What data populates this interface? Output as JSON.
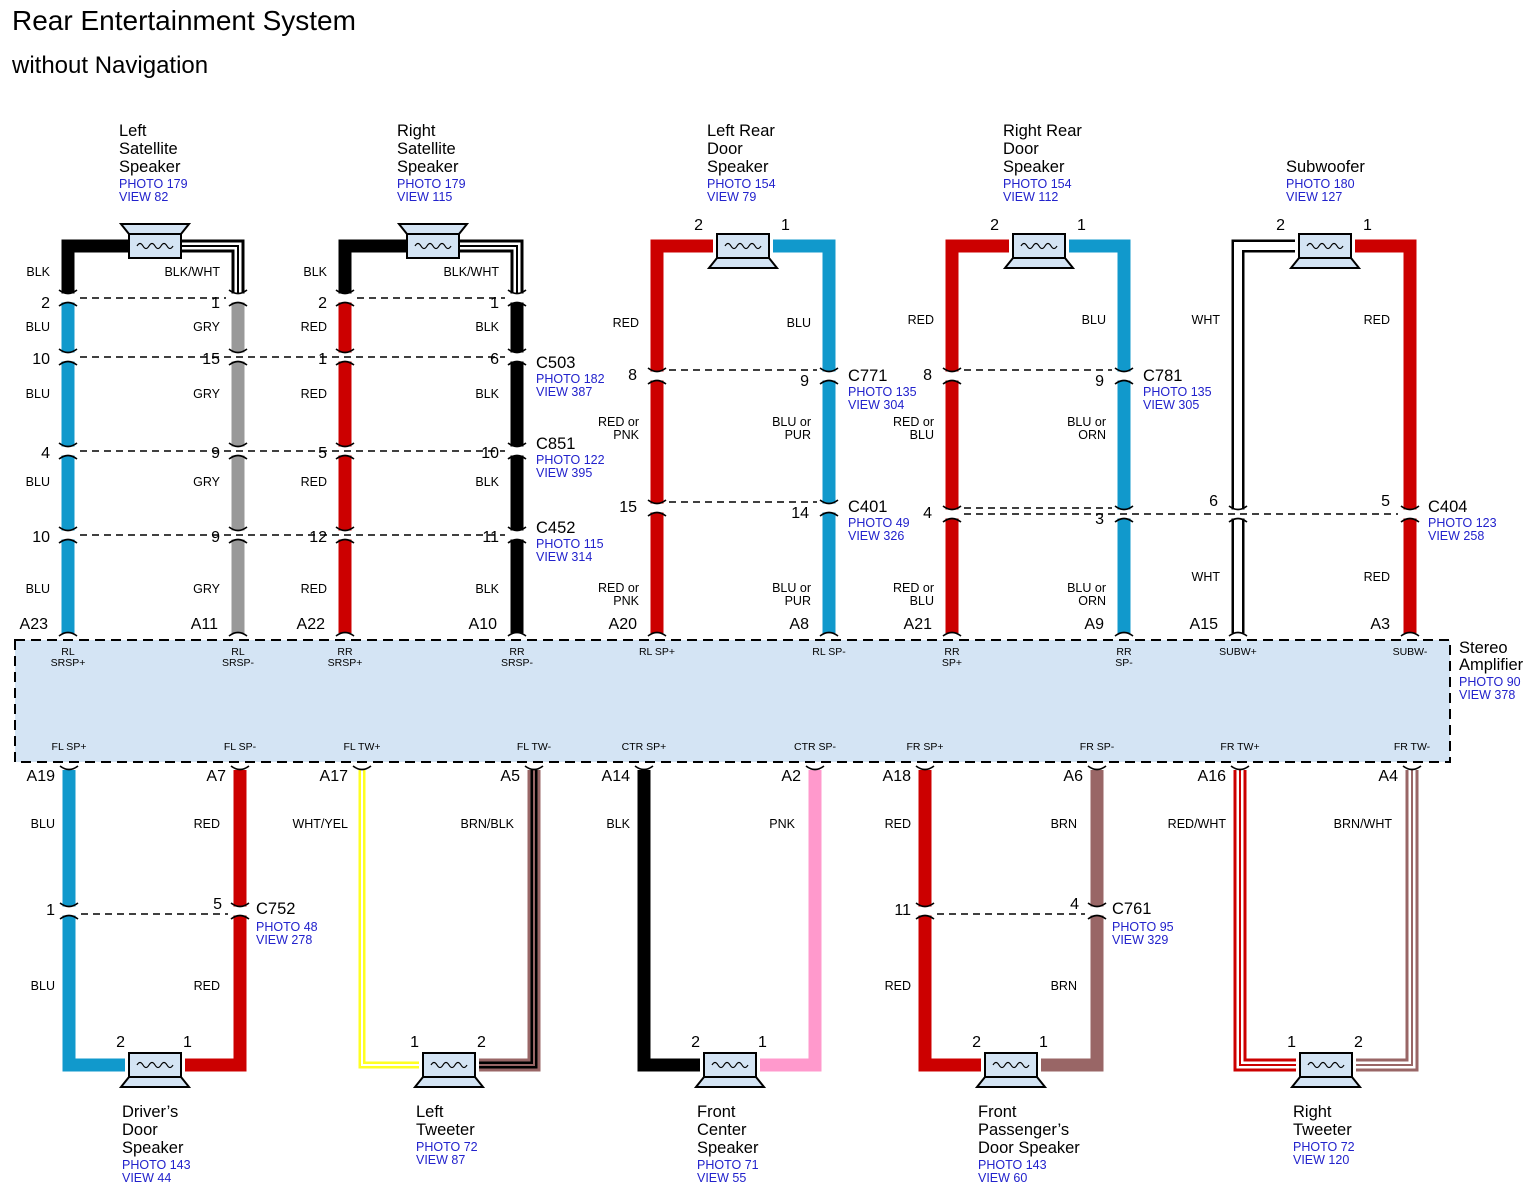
{
  "title": "Rear Entertainment System",
  "subtitle": "without Navigation",
  "colors": {
    "BLK": "#000000",
    "BLU": "#1199cc",
    "GRY": "#999999",
    "RED": "#cc0000",
    "WHT": "#ffffff",
    "PNK": "#ff99cc",
    "BRN": "#996666",
    "YEL": "#ffff22",
    "speaker_fill": "#d4e4f4",
    "amp_fill": "#d4e4f4",
    "ref_text": "#2222cc"
  },
  "amplifier": {
    "name": [
      "Stereo",
      "Amplifier"
    ],
    "refs": [
      "PHOTO 90",
      "VIEW 378"
    ],
    "top_terminals": [
      {
        "pin": "A23",
        "label": [
          "RL",
          "SRSP+"
        ]
      },
      {
        "pin": "A11",
        "label": [
          "RL",
          "SRSP-"
        ]
      },
      {
        "pin": "A22",
        "label": [
          "RR",
          "SRSP+"
        ]
      },
      {
        "pin": "A10",
        "label": [
          "RR",
          "SRSP-"
        ]
      },
      {
        "pin": "A20",
        "label": [
          "RL SP+"
        ]
      },
      {
        "pin": "A8",
        "label": [
          "RL SP-"
        ]
      },
      {
        "pin": "A21",
        "label": [
          "RR",
          "SP+"
        ]
      },
      {
        "pin": "A9",
        "label": [
          "RR",
          "SP-"
        ]
      },
      {
        "pin": "A15",
        "label": [
          "SUBW+"
        ]
      },
      {
        "pin": "A3",
        "label": [
          "SUBW-"
        ]
      }
    ],
    "bottom_terminals": [
      {
        "pin": "A19",
        "label": [
          "FL SP+"
        ]
      },
      {
        "pin": "A7",
        "label": [
          "FL SP-"
        ]
      },
      {
        "pin": "A17",
        "label": [
          "FL TW+"
        ]
      },
      {
        "pin": "A5",
        "label": [
          "FL TW-"
        ]
      },
      {
        "pin": "A14",
        "label": [
          "CTR SP+"
        ]
      },
      {
        "pin": "A2",
        "label": [
          "CTR SP-"
        ]
      },
      {
        "pin": "A18",
        "label": [
          "FR SP+"
        ]
      },
      {
        "pin": "A6",
        "label": [
          "FR SP-"
        ]
      },
      {
        "pin": "A16",
        "label": [
          "FR TW+"
        ]
      },
      {
        "pin": "A4",
        "label": [
          "FR TW-"
        ]
      }
    ]
  },
  "top_speakers": [
    {
      "name": [
        "Left",
        "Satellite",
        "Speaker"
      ],
      "refs": [
        "PHOTO 179",
        "VIEW 82"
      ],
      "pin_left": "",
      "pin_right": ""
    },
    {
      "name": [
        "Right",
        "Satellite",
        "Speaker"
      ],
      "refs": [
        "PHOTO 179",
        "VIEW 115"
      ],
      "pin_left": "",
      "pin_right": ""
    },
    {
      "name": [
        "Left Rear",
        "Door",
        "Speaker"
      ],
      "refs": [
        "PHOTO 154",
        "VIEW 79"
      ],
      "pin_left": "2",
      "pin_right": "1"
    },
    {
      "name": [
        "Right Rear",
        "Door",
        "Speaker"
      ],
      "refs": [
        "PHOTO 154",
        "VIEW 112"
      ],
      "pin_left": "2",
      "pin_right": "1"
    },
    {
      "name": [
        "Subwoofer"
      ],
      "refs": [
        "PHOTO 180",
        "VIEW 127"
      ],
      "pin_left": "2",
      "pin_right": "1"
    }
  ],
  "bottom_speakers": [
    {
      "name": [
        "Driver’s",
        "Door",
        "Speaker"
      ],
      "refs": [
        "PHOTO 143",
        "VIEW 44"
      ],
      "pin_left": "2",
      "pin_right": "1"
    },
    {
      "name": [
        "Left",
        "Tweeter"
      ],
      "refs": [
        "PHOTO 72",
        "VIEW 87"
      ],
      "pin_left": "1",
      "pin_right": "2"
    },
    {
      "name": [
        "Front",
        "Center",
        "Speaker"
      ],
      "refs": [
        "PHOTO 71",
        "VIEW 55"
      ],
      "pin_left": "2",
      "pin_right": "1"
    },
    {
      "name": [
        "Front",
        "Passenger’s",
        "Door Speaker"
      ],
      "refs": [
        "PHOTO 143",
        "VIEW 60"
      ],
      "pin_left": "2",
      "pin_right": "1"
    },
    {
      "name": [
        "Right",
        "Tweeter"
      ],
      "refs": [
        "PHOTO 72",
        "VIEW 120"
      ],
      "pin_left": "1",
      "pin_right": "2"
    }
  ],
  "connectors": [
    {
      "name": "C503",
      "refs": [
        "PHOTO 182",
        "VIEW 387"
      ]
    },
    {
      "name": "C851",
      "refs": [
        "PHOTO 122",
        "VIEW 395"
      ]
    },
    {
      "name": "C452",
      "refs": [
        "PHOTO 115",
        "VIEW 314"
      ]
    },
    {
      "name": "C771",
      "refs": [
        "PHOTO 135",
        "VIEW 304"
      ]
    },
    {
      "name": "C401",
      "refs": [
        "PHOTO 49",
        "VIEW 326"
      ]
    },
    {
      "name": "C781",
      "refs": [
        "PHOTO 135",
        "VIEW 305"
      ]
    },
    {
      "name": "C404",
      "refs": [
        "PHOTO 123",
        "VIEW 258"
      ]
    },
    {
      "name": "C752",
      "refs": [
        "PHOTO 48",
        "VIEW 278"
      ]
    },
    {
      "name": "C761",
      "refs": [
        "PHOTO 95",
        "VIEW 329"
      ]
    }
  ],
  "top_wires": [
    {
      "colors": [
        "BLK",
        "BLU",
        "BLU",
        "BLU",
        "BLU"
      ],
      "labels": [
        "BLK",
        "BLU",
        "BLU",
        "BLU",
        "BLU"
      ],
      "pins": [
        "2",
        "10",
        "4",
        "10"
      ]
    },
    {
      "colors": [
        "BLK/WHT",
        "GRY",
        "GRY",
        "GRY",
        "GRY"
      ],
      "labels": [
        "BLK/WHT",
        "GRY",
        "GRY",
        "GRY",
        "GRY"
      ],
      "pins": [
        "1",
        "15",
        "9",
        "9"
      ]
    },
    {
      "colors": [
        "BLK",
        "RED",
        "RED",
        "RED",
        "RED"
      ],
      "labels": [
        "BLK",
        "RED",
        "RED",
        "RED",
        "RED"
      ],
      "pins": [
        "2",
        "1",
        "5",
        "12"
      ]
    },
    {
      "colors": [
        "BLK/WHT",
        "BLK",
        "BLK",
        "BLK",
        "BLK"
      ],
      "labels": [
        "BLK/WHT",
        "BLK",
        "BLK",
        "BLK",
        "BLK"
      ],
      "pins": [
        "1",
        "6",
        "10",
        "11"
      ]
    },
    {
      "colors": [
        "RED",
        "RED",
        "RED"
      ],
      "labels": [
        "RED",
        "RED or PNK",
        "RED or PNK"
      ],
      "pins": [
        "8",
        "15"
      ]
    },
    {
      "colors": [
        "BLU",
        "BLU",
        "BLU"
      ],
      "labels": [
        "BLU",
        "BLU or PUR",
        "BLU or PUR"
      ],
      "pins": [
        "9",
        "14"
      ]
    },
    {
      "colors": [
        "RED",
        "RED",
        "RED"
      ],
      "labels": [
        "RED",
        "RED or BLU",
        "RED or BLU"
      ],
      "pins": [
        "8",
        "4"
      ]
    },
    {
      "colors": [
        "BLU",
        "BLU",
        "BLU"
      ],
      "labels": [
        "BLU",
        "BLU or ORN",
        "BLU or ORN"
      ],
      "pins": [
        "9",
        "3"
      ]
    },
    {
      "colors": [
        "WHT",
        "WHT"
      ],
      "labels": [
        "WHT",
        "WHT"
      ],
      "pins": [
        "6"
      ]
    },
    {
      "colors": [
        "RED",
        "RED"
      ],
      "labels": [
        "RED",
        "RED"
      ],
      "pins": [
        "5"
      ]
    }
  ],
  "bottom_wires": [
    {
      "colors": [
        "BLU",
        "BLU"
      ],
      "labels": [
        "BLU",
        "BLU"
      ],
      "pins": [
        "1"
      ]
    },
    {
      "colors": [
        "RED",
        "RED"
      ],
      "labels": [
        "RED",
        "RED"
      ],
      "pins": [
        "5"
      ]
    },
    {
      "colors": [
        "WHT/YEL"
      ],
      "labels": [
        "WHT/YEL"
      ],
      "pins": []
    },
    {
      "colors": [
        "BRN/BLK"
      ],
      "labels": [
        "BRN/BLK"
      ],
      "pins": []
    },
    {
      "colors": [
        "BLK"
      ],
      "labels": [
        "BLK"
      ],
      "pins": []
    },
    {
      "colors": [
        "PNK"
      ],
      "labels": [
        "PNK"
      ],
      "pins": []
    },
    {
      "colors": [
        "RED",
        "RED"
      ],
      "labels": [
        "RED",
        "RED"
      ],
      "pins": [
        "11"
      ]
    },
    {
      "colors": [
        "BRN",
        "BRN"
      ],
      "labels": [
        "BRN",
        "BRN"
      ],
      "pins": [
        "4"
      ]
    },
    {
      "colors": [
        "RED/WHT"
      ],
      "labels": [
        "RED/WHT"
      ],
      "pins": []
    },
    {
      "colors": [
        "BRN/WHT"
      ],
      "labels": [
        "BRN/WHT"
      ],
      "pins": []
    }
  ]
}
